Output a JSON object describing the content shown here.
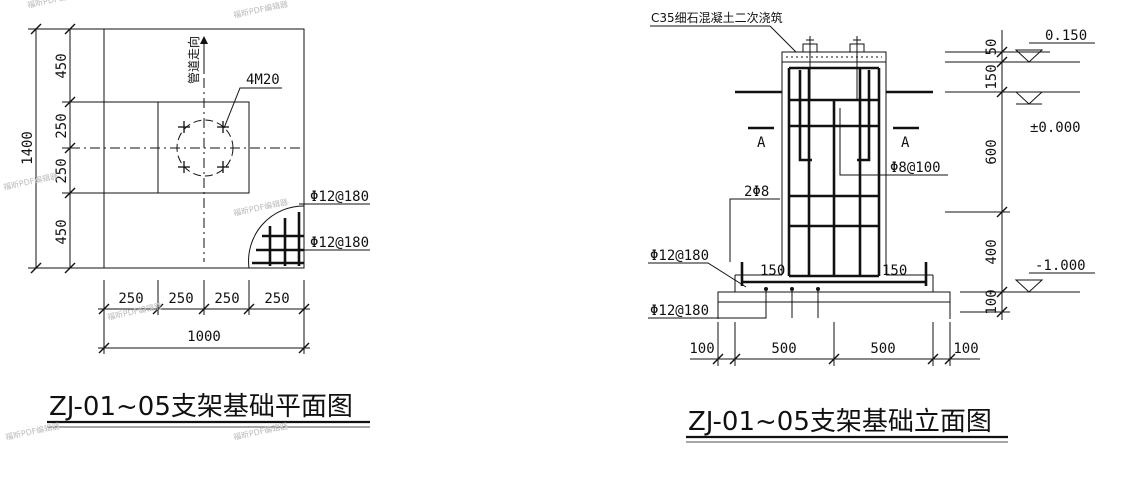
{
  "plan": {
    "overall_dim": "1400",
    "left_dims": [
      "450",
      "250",
      "250",
      "450"
    ],
    "bottom_dims": [
      "250",
      "250",
      "250",
      "250"
    ],
    "bottom_total": "1000",
    "pipe_direction": "管道走向",
    "bolt_label": "4M20",
    "rebar_top": "Φ12@180",
    "rebar_bottom": "Φ12@180",
    "title": "ZJ-01~05支架基础平面图"
  },
  "elevation": {
    "concrete_note": "C35细石混凝土二次浇筑",
    "section_mark_left": "A",
    "section_mark_right": "A",
    "stirrup_label": "Φ8@100",
    "bar_label": "2Φ8",
    "rebar_upper": "Φ12@180",
    "rebar_lower": "Φ12@180",
    "hook_left": "150",
    "hook_right": "150",
    "right_dims": [
      "50",
      "150",
      "600",
      "400",
      "100"
    ],
    "elev_top": "0.150",
    "elev_zero": "±0.000",
    "elev_bottom": "-1.000",
    "bottom_dims": [
      "100",
      "500",
      "500",
      "100"
    ],
    "title": "ZJ-01~05支架基础立面图"
  },
  "watermark": "福昕PDF编辑器"
}
